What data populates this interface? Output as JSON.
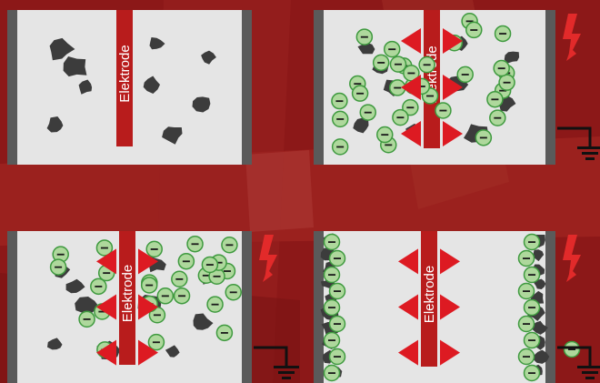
{
  "panels": [
    {
      "electrode_label": "Elektrode",
      "state": "inactive",
      "particles": "dirt",
      "ions": "none",
      "grounded": false
    },
    {
      "electrode_label": "Elektrode",
      "state": "charged",
      "particles": "dirt",
      "ions": "spread",
      "grounded": true
    },
    {
      "electrode_label": "Elektrode",
      "state": "charged",
      "particles": "dirt",
      "ions": "attached",
      "grounded": true
    },
    {
      "electrode_label": "Elektrode",
      "state": "charged",
      "particles": "collected",
      "ions": "on-walls",
      "grounded": true
    }
  ],
  "ion_symbol": "−",
  "colors": {
    "background": "#8c1818",
    "panel": "#e5e5e5",
    "wall": "#5a5a5a",
    "electrode": "#b81c1c",
    "arrow": "#dd1a22",
    "dirt": "#3c3c3c",
    "ion_fill": "#aed89c",
    "ion_stroke": "#3f9a3f",
    "ground": "#111111"
  },
  "icons": [
    "lightning-bolt-icon",
    "ground-symbol-icon",
    "ion-icon",
    "field-arrow-icon"
  ]
}
